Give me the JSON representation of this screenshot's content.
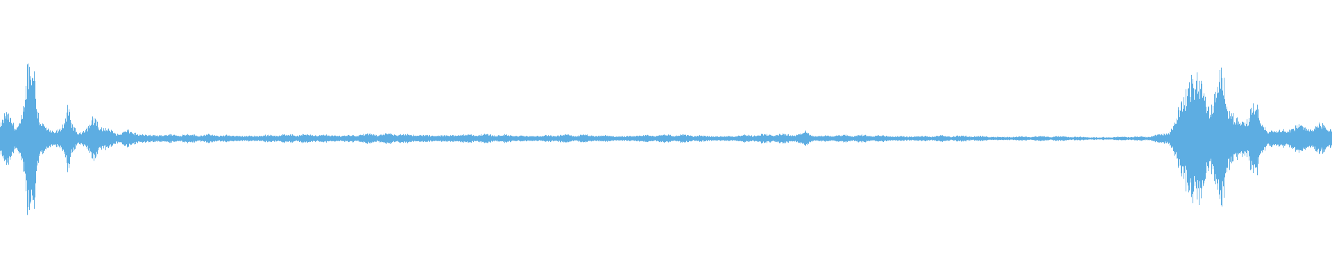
{
  "waveform": {
    "color": "#5dade2",
    "background": "#ffffff",
    "envelope_keypoints": [
      [
        0.0,
        0.22
      ],
      [
        0.004,
        0.28
      ],
      [
        0.008,
        0.18
      ],
      [
        0.012,
        0.12
      ],
      [
        0.016,
        0.3
      ],
      [
        0.019,
        0.55
      ],
      [
        0.021,
        0.85
      ],
      [
        0.023,
        0.7
      ],
      [
        0.025,
        0.95
      ],
      [
        0.027,
        0.55
      ],
      [
        0.03,
        0.28
      ],
      [
        0.035,
        0.14
      ],
      [
        0.04,
        0.1
      ],
      [
        0.045,
        0.16
      ],
      [
        0.049,
        0.3
      ],
      [
        0.051,
        0.42
      ],
      [
        0.053,
        0.2
      ],
      [
        0.058,
        0.08
      ],
      [
        0.066,
        0.12
      ],
      [
        0.07,
        0.22
      ],
      [
        0.072,
        0.26
      ],
      [
        0.075,
        0.14
      ],
      [
        0.08,
        0.1
      ],
      [
        0.087,
        0.06
      ],
      [
        0.095,
        0.09
      ],
      [
        0.105,
        0.06
      ],
      [
        0.12,
        0.05
      ],
      [
        0.15,
        0.04
      ],
      [
        0.2,
        0.04
      ],
      [
        0.28,
        0.05
      ],
      [
        0.34,
        0.045
      ],
      [
        0.4,
        0.04
      ],
      [
        0.45,
        0.035
      ],
      [
        0.5,
        0.04
      ],
      [
        0.54,
        0.035
      ],
      [
        0.56,
        0.04
      ],
      [
        0.6,
        0.05
      ],
      [
        0.605,
        0.11
      ],
      [
        0.61,
        0.04
      ],
      [
        0.65,
        0.035
      ],
      [
        0.7,
        0.03
      ],
      [
        0.76,
        0.025
      ],
      [
        0.82,
        0.02
      ],
      [
        0.86,
        0.02
      ],
      [
        0.876,
        0.06
      ],
      [
        0.882,
        0.22
      ],
      [
        0.888,
        0.55
      ],
      [
        0.893,
        0.95
      ],
      [
        0.897,
        1.0
      ],
      [
        0.901,
        0.88
      ],
      [
        0.905,
        0.55
      ],
      [
        0.91,
        0.45
      ],
      [
        0.915,
        0.6
      ],
      [
        0.918,
        0.78
      ],
      [
        0.921,
        0.55
      ],
      [
        0.925,
        0.28
      ],
      [
        0.93,
        0.14
      ],
      [
        0.935,
        0.2
      ],
      [
        0.939,
        0.42
      ],
      [
        0.943,
        0.36
      ],
      [
        0.947,
        0.16
      ],
      [
        0.955,
        0.11
      ],
      [
        0.965,
        0.14
      ],
      [
        0.975,
        0.18
      ],
      [
        0.985,
        0.13
      ],
      [
        0.995,
        0.16
      ],
      [
        1.0,
        0.12
      ]
    ]
  }
}
